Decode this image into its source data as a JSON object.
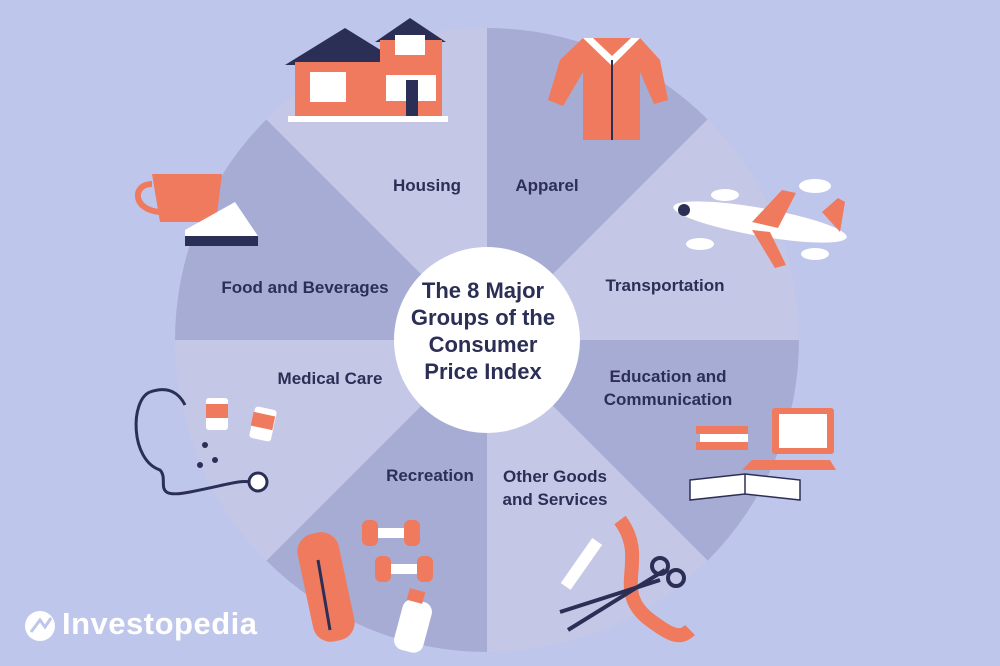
{
  "center": {
    "line1": "The 8 Major",
    "line2": "Groups of the",
    "line3": "Consumer",
    "line4": "Price Index"
  },
  "segments": [
    {
      "id": "housing",
      "line1": "Housing",
      "line2": ""
    },
    {
      "id": "apparel",
      "line1": "Apparel",
      "line2": ""
    },
    {
      "id": "transportation",
      "line1": "Transportation",
      "line2": ""
    },
    {
      "id": "education",
      "line1": "Education and",
      "line2": "Communication"
    },
    {
      "id": "other",
      "line1": "Other Goods",
      "line2": "and Services"
    },
    {
      "id": "recreation",
      "line1": "Recreation",
      "line2": ""
    },
    {
      "id": "medical",
      "line1": "Medical Care",
      "line2": ""
    },
    {
      "id": "food",
      "line1": "Food and Beverages",
      "line2": ""
    }
  ],
  "brand": {
    "name": "Investopedia"
  },
  "colors": {
    "background": "#bfc6ec",
    "segment_dark": "#a7acd5",
    "segment_light": "#c4c8e6",
    "accent": "#ef7a5e",
    "navy": "#2c2f55"
  },
  "icons": [
    "house-icon",
    "shirt-icon",
    "airplane-icon",
    "laptop-books-icon",
    "comb-scissors-icon",
    "yoga-dumbbells-icon",
    "stethoscope-pills-icon",
    "cup-pie-icon"
  ]
}
